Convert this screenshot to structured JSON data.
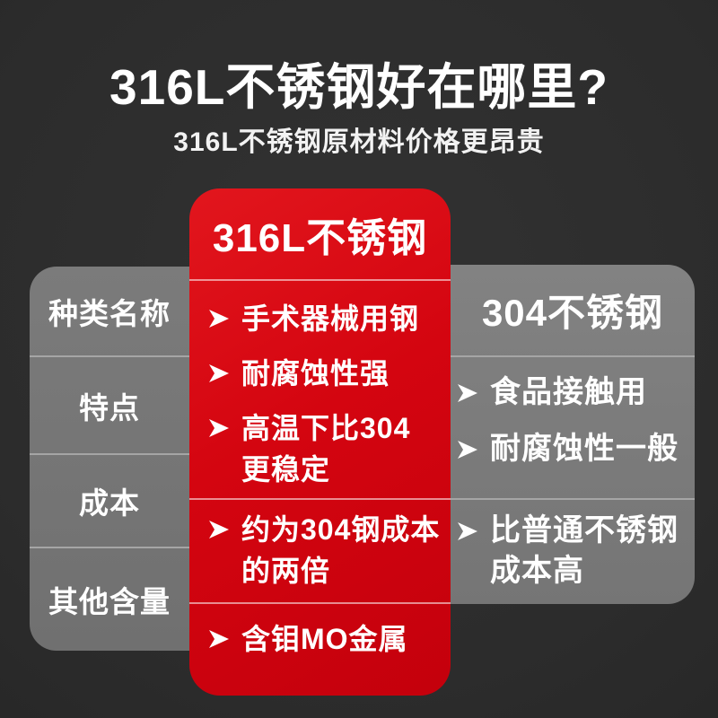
{
  "page": {
    "title": "316L不锈钢好在哪里?",
    "subtitle": "316L不锈钢原材料价格更昂贵"
  },
  "table": {
    "row_labels": [
      "种类名称",
      "特点",
      "成本",
      "其他含量"
    ],
    "col_316l": {
      "header": "316L不锈钢",
      "sections": [
        {
          "items": [
            "手术器械用钢",
            "耐腐蚀性强",
            "高温下比304\n更稳定"
          ]
        },
        {
          "items": [
            "约为304钢成本\n的两倍"
          ]
        },
        {
          "items": [
            "含钼MO金属"
          ]
        }
      ]
    },
    "col_304": {
      "header": "304不锈钢",
      "sections": [
        {
          "items": [
            "食品接触用",
            "耐腐蚀性一般"
          ]
        },
        {
          "items": [
            "比普通不锈钢\n成本高"
          ]
        }
      ]
    }
  },
  "icons": {
    "bullet": "arrowhead-right"
  },
  "colors": {
    "background": "#2e2e2e",
    "accent_red": "#d40510",
    "panel_gray": "#7a7a7a",
    "separator_gray": "#a5a5a5",
    "text": "#ffffff"
  }
}
